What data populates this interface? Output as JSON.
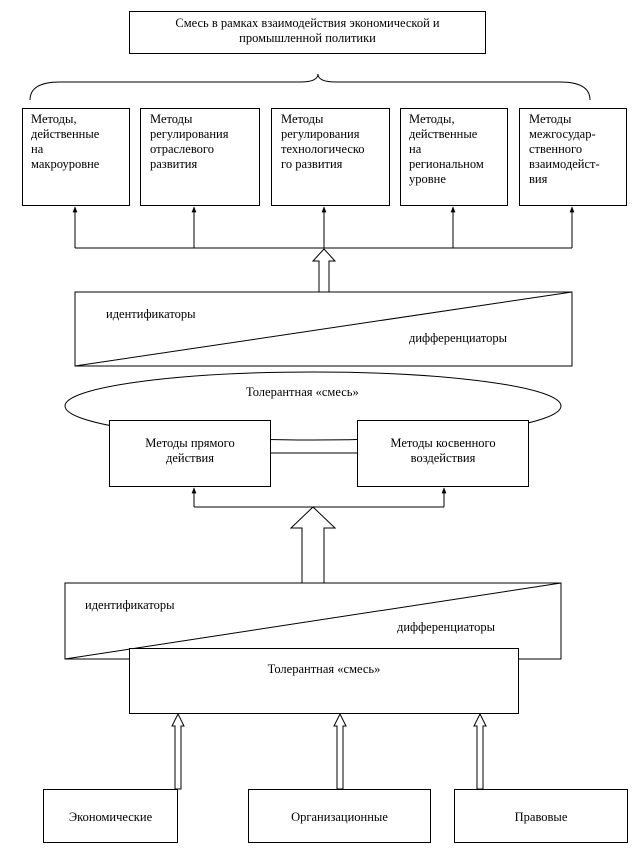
{
  "top": {
    "title": "Смесь в рамках взаимодействия экономической и промышленной политики"
  },
  "methods": [
    {
      "lines": [
        "Методы,",
        "действенные",
        "на",
        "макроуровне"
      ]
    },
    {
      "lines": [
        "Методы",
        "регулирования",
        "отраслевого",
        "развития"
      ]
    },
    {
      "lines": [
        "Методы",
        "регулирования",
        "технологическо",
        "го развития"
      ]
    },
    {
      "lines": [
        "Методы,",
        "действенные",
        "на",
        "региональном",
        "уровне"
      ]
    },
    {
      "lines": [
        "Методы",
        "межгосудар-",
        "ственного",
        "взаимодейст-",
        "вия"
      ]
    }
  ],
  "upper_block": {
    "identifiers": "идентификаторы",
    "differentiators": "дифференциаторы"
  },
  "tolerant_upper": "Толерантная «смесь»",
  "direct": {
    "lines": [
      "Методы прямого",
      "действия"
    ]
  },
  "indirect": {
    "lines": [
      "Методы косвенного",
      "воздействия"
    ]
  },
  "lower_block": {
    "identifiers": "идентификаторы",
    "differentiators": "дифференциаторы"
  },
  "tolerant_lower": "Толерантная «смесь»",
  "sources": [
    "Экономические",
    "Организационные",
    "Правовые"
  ]
}
